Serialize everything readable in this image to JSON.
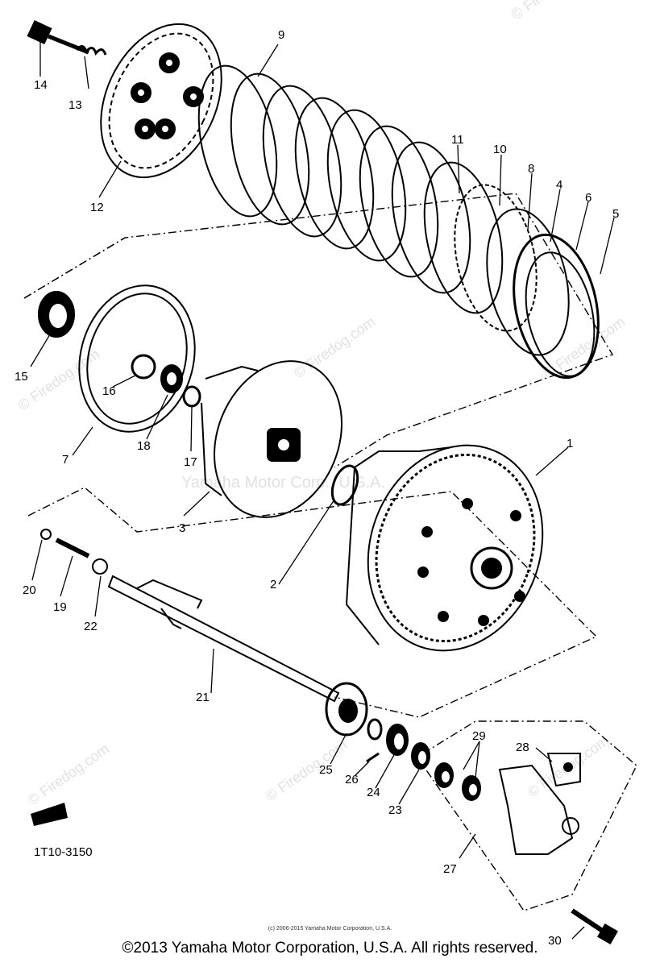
{
  "diagram": {
    "code": "1T10-3150",
    "parts": [
      "1",
      "2",
      "3",
      "4",
      "5",
      "6",
      "7",
      "8",
      "9",
      "10",
      "11",
      "12",
      "13",
      "14",
      "15",
      "16",
      "17",
      "18",
      "19",
      "20",
      "21",
      "22",
      "23",
      "24",
      "25",
      "26",
      "27",
      "28",
      "29",
      "30"
    ]
  },
  "watermarks": {
    "site": "© Firedog.com",
    "center": "Yamaha Motor Corp., U.S.A."
  },
  "footer": {
    "small": "(c) 2006-2015 Yamaha Motor Corporation, U.S.A.",
    "copyright": "©2013 Yamaha Motor Corporation, U.S.A. All rights reserved."
  }
}
